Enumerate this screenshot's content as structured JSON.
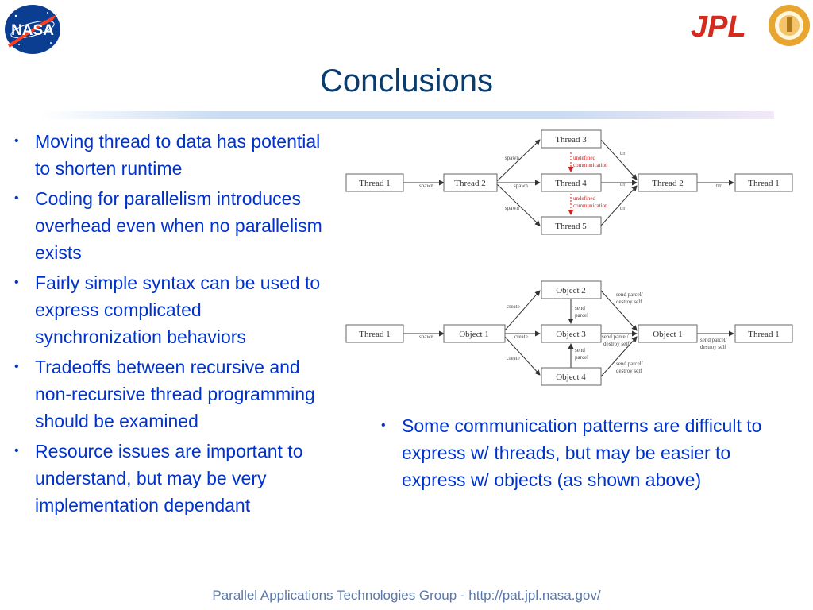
{
  "title": "Conclusions",
  "logos": {
    "nasa": "NASA",
    "jpl": "JPL"
  },
  "left_bullets": [
    "Moving thread to data has potential to shorten runtime",
    "Coding for parallelism introduces overhead even when no parallelism exists",
    "Fairly simple syntax can be used to express complicated synchronization behaviors",
    "Tradeoffs between recursive and non-recursive thread programming should be examined",
    "Resource issues are important to understand, but may be very implementation dependant"
  ],
  "right_bullets": [
    "Some communication patterns are difficult to express w/ threads, but may be easier to express w/ objects (as shown above)"
  ],
  "diagram1": {
    "thread1_left": "Thread 1",
    "thread2_left": "Thread 2",
    "thread3": "Thread 3",
    "thread4": "Thread 4",
    "thread5": "Thread 5",
    "thread2_right": "Thread 2",
    "thread1_right": "Thread 1",
    "spawn": "spawn",
    "trr": "trr",
    "undefined": "undefined",
    "communication": "communication"
  },
  "diagram2": {
    "thread1_left": "Thread 1",
    "object1_left": "Object 1",
    "object2": "Object 2",
    "object3": "Object 3",
    "object4": "Object 4",
    "object1_right": "Object 1",
    "thread1_right": "Thread 1",
    "spawn": "spawn",
    "create": "create",
    "send": "send",
    "parcel": "parcel",
    "send_parcel": "send parcel/",
    "destroy_self": "destroy self"
  },
  "footer": "Parallel Applications Technologies Group - http://pat.jpl.nasa.gov/",
  "colors": {
    "title": "#0b3c6e",
    "bullet_text": "#0033cc",
    "nasa_blue": "#0b3d91",
    "nasa_red": "#fc3d21",
    "jpl_red": "#d52b1e",
    "diagram_red": "#cc2222",
    "footer": "#5a78a8"
  }
}
